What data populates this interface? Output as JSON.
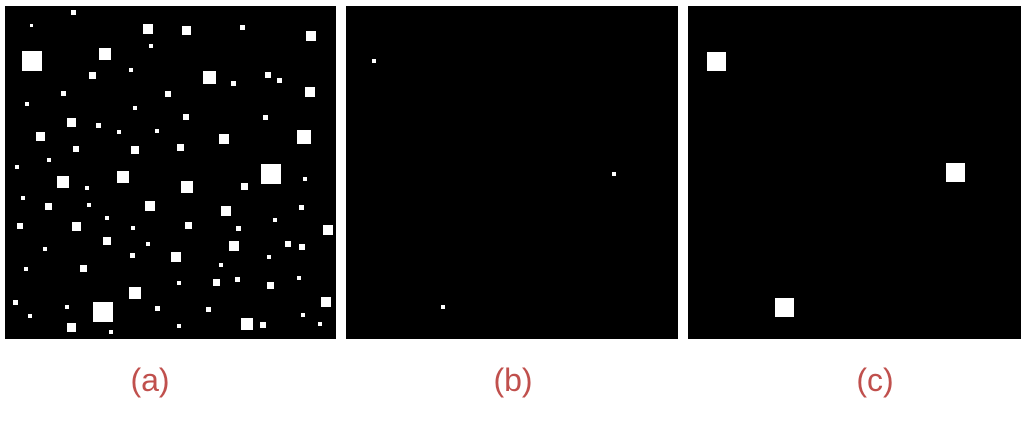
{
  "captions": {
    "a": "(a)",
    "b": "(b)",
    "c": "(c)"
  },
  "colors": {
    "caption": "#c0504d",
    "panel_background": "#000000",
    "square": "#ffffff"
  }
}
